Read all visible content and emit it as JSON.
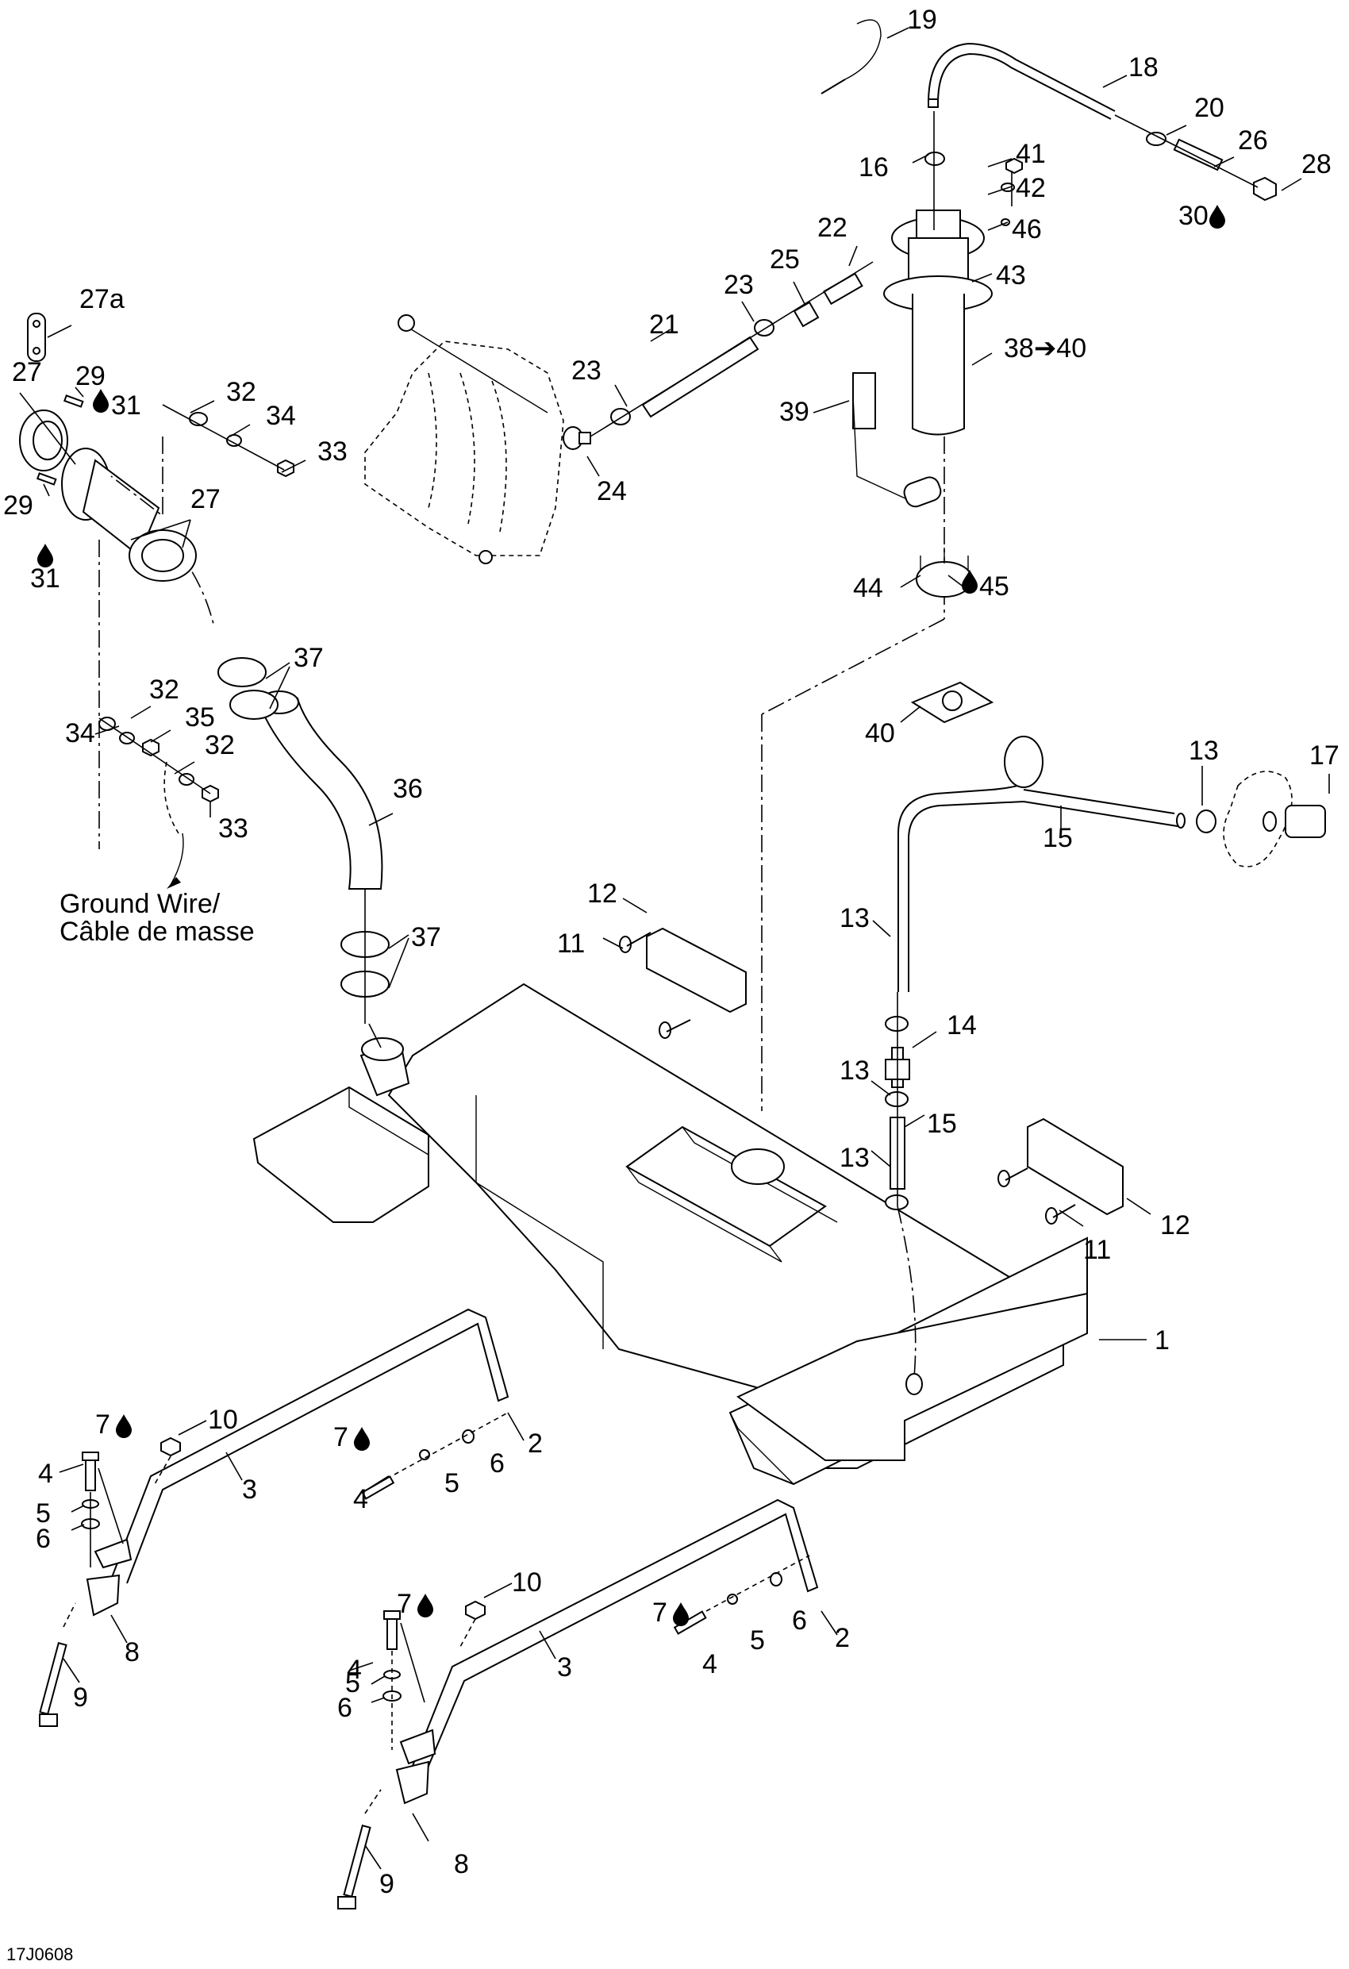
{
  "diagram": {
    "title": "Fuel tank system exploded parts view",
    "figure_code": "17J0608",
    "ground_wire_note": [
      "Ground Wire/",
      "Câble de masse"
    ],
    "loctite_icon": "liquid-drop-icon",
    "callouts": [
      {
        "id": "c1",
        "text": "1"
      },
      {
        "id": "c2a",
        "text": "2"
      },
      {
        "id": "c2b",
        "text": "2"
      },
      {
        "id": "c3a",
        "text": "3"
      },
      {
        "id": "c3b",
        "text": "3"
      },
      {
        "id": "c4a",
        "text": "4"
      },
      {
        "id": "c4b",
        "text": "4"
      },
      {
        "id": "c4c",
        "text": "4"
      },
      {
        "id": "c4d",
        "text": "4"
      },
      {
        "id": "c5a",
        "text": "5"
      },
      {
        "id": "c5b",
        "text": "5"
      },
      {
        "id": "c5c",
        "text": "5"
      },
      {
        "id": "c5d",
        "text": "5"
      },
      {
        "id": "c6a",
        "text": "6"
      },
      {
        "id": "c6b",
        "text": "6"
      },
      {
        "id": "c6c",
        "text": "6"
      },
      {
        "id": "c6d",
        "text": "6"
      },
      {
        "id": "c7a",
        "text": "7",
        "drop": "after"
      },
      {
        "id": "c7b",
        "text": "7",
        "drop": "after"
      },
      {
        "id": "c7c",
        "text": "7",
        "drop": "after"
      },
      {
        "id": "c7d",
        "text": "7",
        "drop": "after"
      },
      {
        "id": "c8a",
        "text": "8"
      },
      {
        "id": "c8b",
        "text": "8"
      },
      {
        "id": "c9a",
        "text": "9"
      },
      {
        "id": "c9b",
        "text": "9"
      },
      {
        "id": "c10a",
        "text": "10"
      },
      {
        "id": "c10b",
        "text": "10"
      },
      {
        "id": "c11a",
        "text": "11"
      },
      {
        "id": "c11b",
        "text": "11"
      },
      {
        "id": "c12a",
        "text": "12"
      },
      {
        "id": "c12b",
        "text": "12"
      },
      {
        "id": "c13a",
        "text": "13"
      },
      {
        "id": "c13b",
        "text": "13"
      },
      {
        "id": "c13c",
        "text": "13"
      },
      {
        "id": "c13d",
        "text": "13"
      },
      {
        "id": "c14",
        "text": "14"
      },
      {
        "id": "c15a",
        "text": "15"
      },
      {
        "id": "c15b",
        "text": "15"
      },
      {
        "id": "c16",
        "text": "16"
      },
      {
        "id": "c17",
        "text": "17"
      },
      {
        "id": "c18",
        "text": "18"
      },
      {
        "id": "c19",
        "text": "19"
      },
      {
        "id": "c20",
        "text": "20"
      },
      {
        "id": "c21",
        "text": "21"
      },
      {
        "id": "c22",
        "text": "22"
      },
      {
        "id": "c23a",
        "text": "23"
      },
      {
        "id": "c23b",
        "text": "23"
      },
      {
        "id": "c24",
        "text": "24"
      },
      {
        "id": "c25",
        "text": "25"
      },
      {
        "id": "c26",
        "text": "26"
      },
      {
        "id": "c27a",
        "text": "27a"
      },
      {
        "id": "c27b",
        "text": "27"
      },
      {
        "id": "c27c",
        "text": "27"
      },
      {
        "id": "c28",
        "text": "28"
      },
      {
        "id": "c29a",
        "text": "29"
      },
      {
        "id": "c29b",
        "text": "29"
      },
      {
        "id": "c30",
        "text": "30",
        "drop": "after"
      },
      {
        "id": "c31a",
        "text": "31",
        "drop": "before"
      },
      {
        "id": "c31b",
        "text": "31",
        "drop": "above"
      },
      {
        "id": "c32a",
        "text": "32"
      },
      {
        "id": "c32b",
        "text": "32"
      },
      {
        "id": "c32c",
        "text": "32"
      },
      {
        "id": "c33a",
        "text": "33"
      },
      {
        "id": "c33b",
        "text": "33"
      },
      {
        "id": "c34a",
        "text": "34"
      },
      {
        "id": "c34b",
        "text": "34"
      },
      {
        "id": "c35",
        "text": "35"
      },
      {
        "id": "c36",
        "text": "36"
      },
      {
        "id": "c37a",
        "text": "37"
      },
      {
        "id": "c37b",
        "text": "37"
      },
      {
        "id": "c38",
        "text": "38➔40"
      },
      {
        "id": "c39",
        "text": "39"
      },
      {
        "id": "c40",
        "text": "40"
      },
      {
        "id": "c41",
        "text": "41"
      },
      {
        "id": "c42",
        "text": "42"
      },
      {
        "id": "c43",
        "text": "43"
      },
      {
        "id": "c44",
        "text": "44"
      },
      {
        "id": "c45",
        "text": "45",
        "drop": "before"
      },
      {
        "id": "c46",
        "text": "46"
      }
    ]
  }
}
